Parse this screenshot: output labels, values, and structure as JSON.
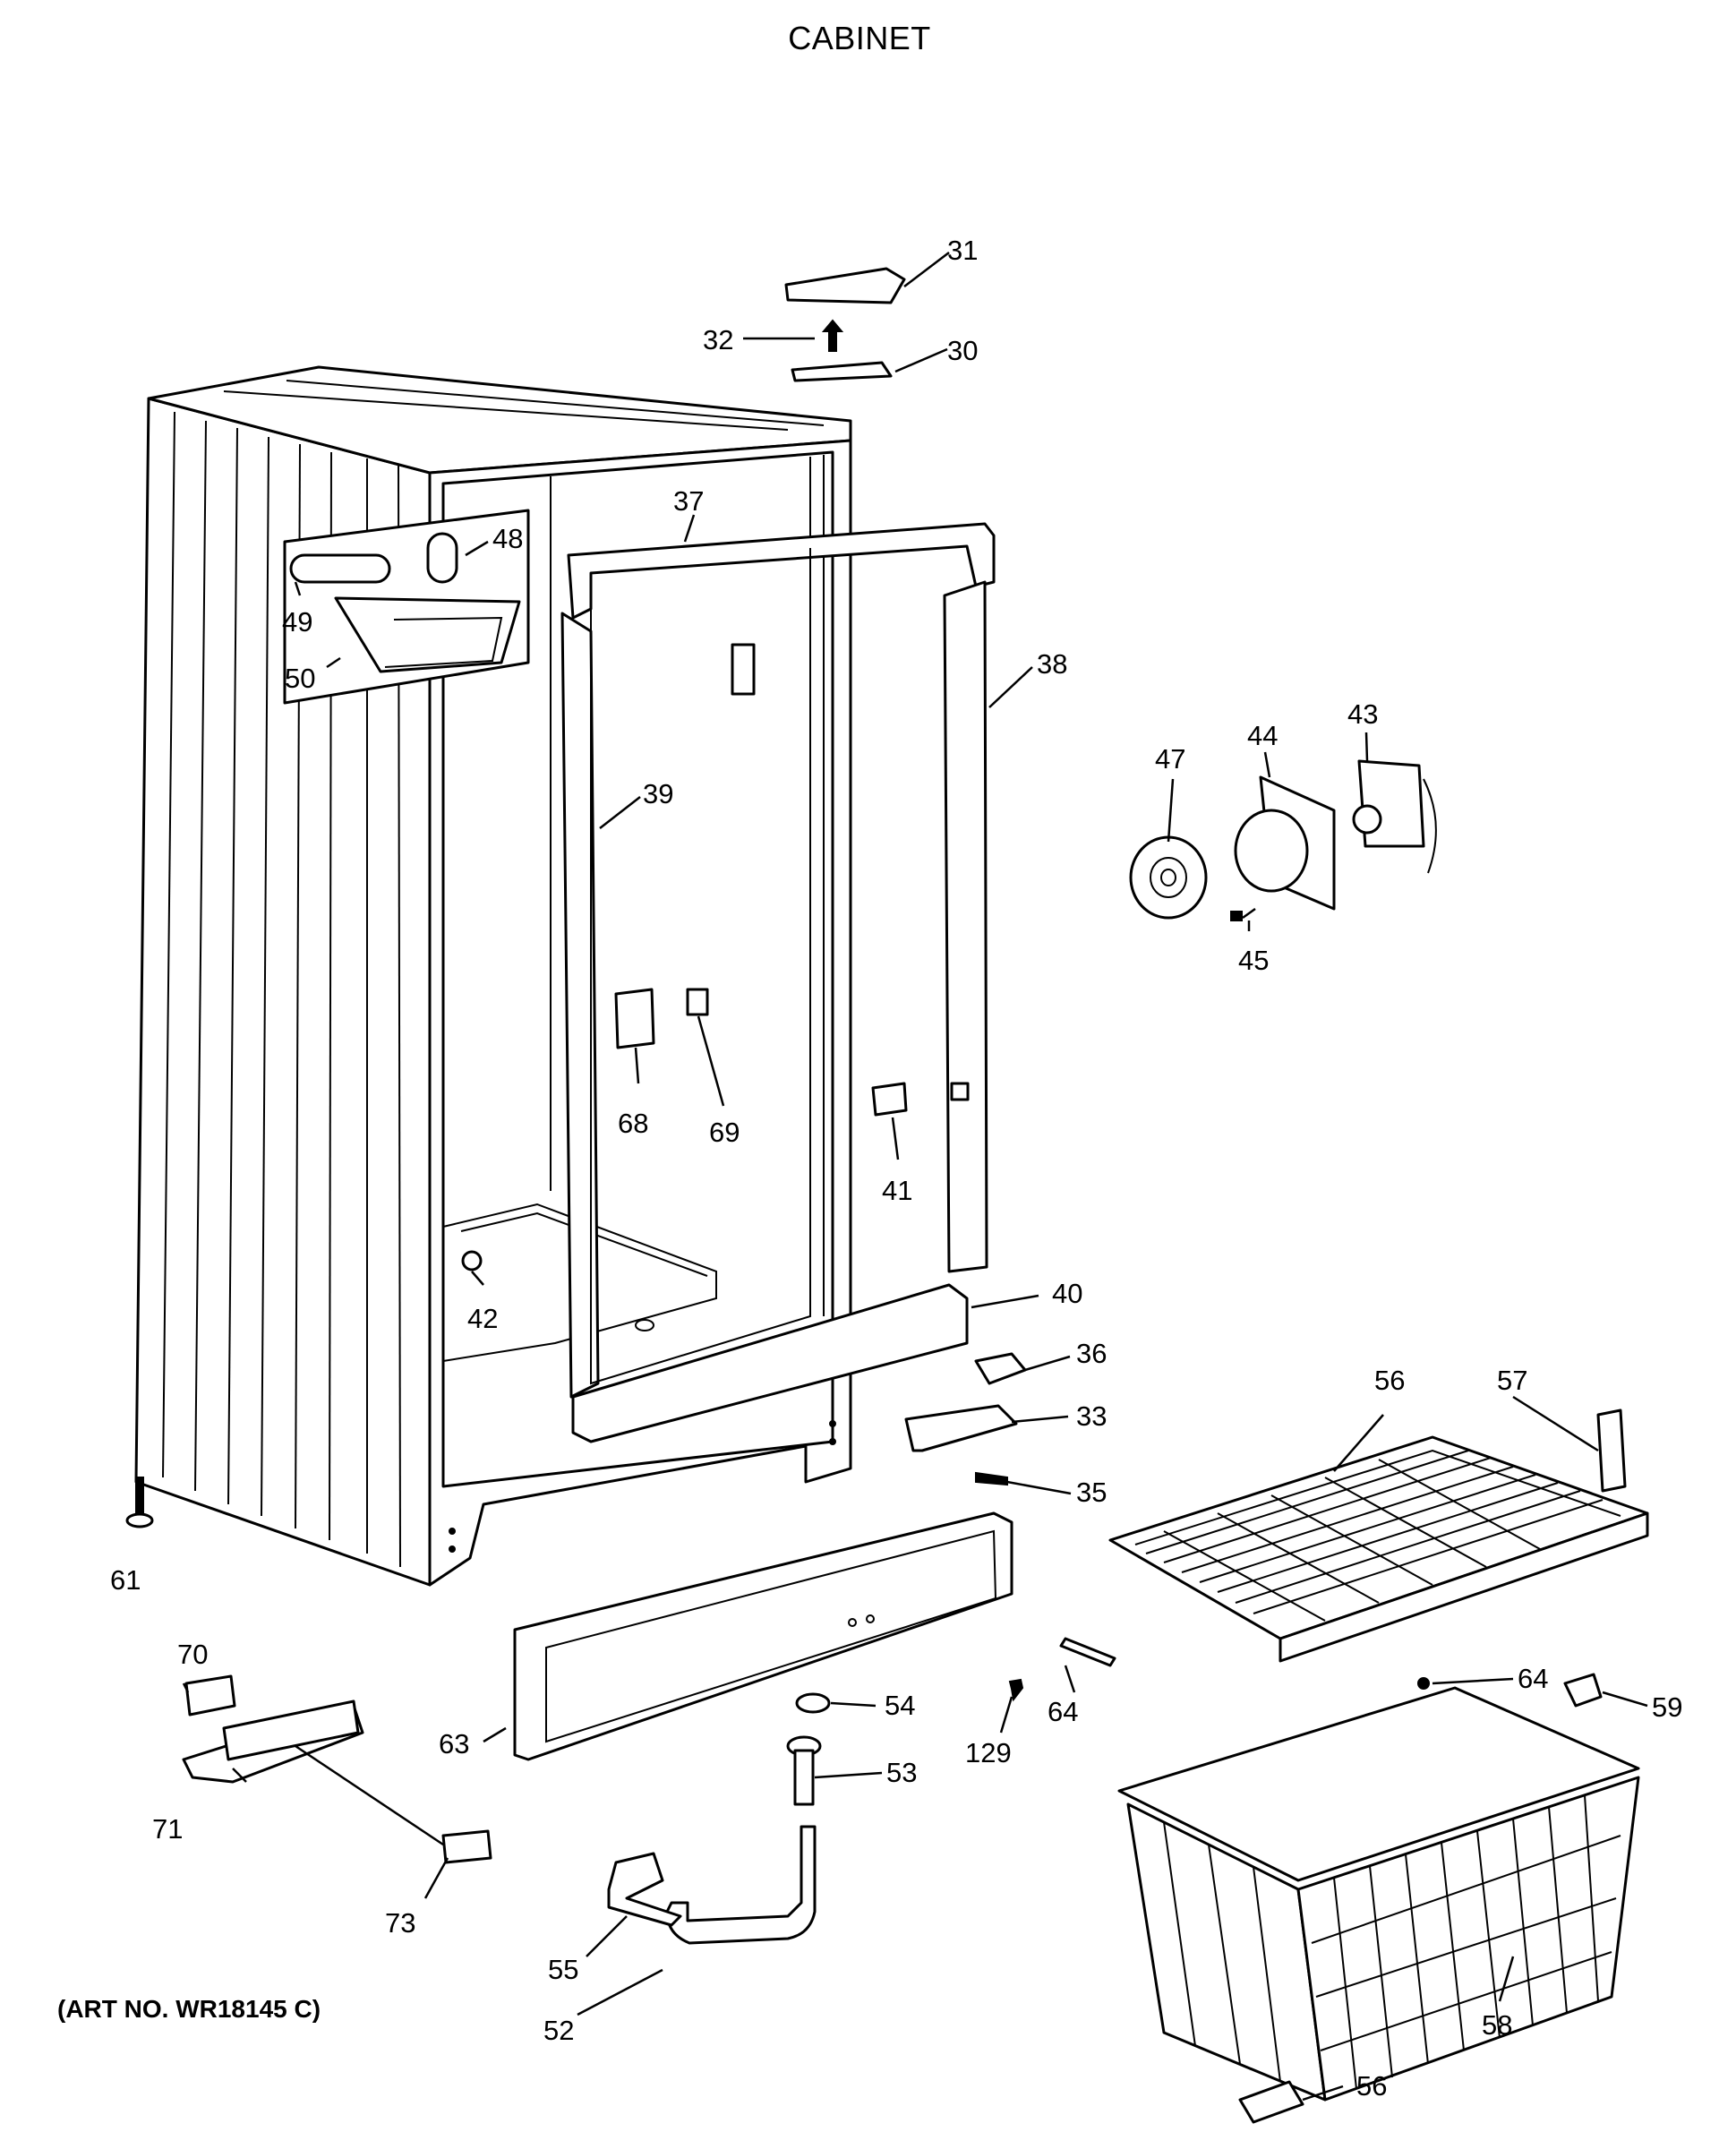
{
  "title": "CABINET",
  "art_number": "(ART NO. WR18145 C)",
  "callouts": [
    {
      "id": "31",
      "label": "31"
    },
    {
      "id": "32",
      "label": "32"
    },
    {
      "id": "30",
      "label": "30"
    },
    {
      "id": "37",
      "label": "37"
    },
    {
      "id": "48",
      "label": "48"
    },
    {
      "id": "49",
      "label": "49"
    },
    {
      "id": "50",
      "label": "50"
    },
    {
      "id": "38",
      "label": "38"
    },
    {
      "id": "39",
      "label": "39"
    },
    {
      "id": "47",
      "label": "47"
    },
    {
      "id": "44",
      "label": "44"
    },
    {
      "id": "43",
      "label": "43"
    },
    {
      "id": "45",
      "label": "45"
    },
    {
      "id": "68",
      "label": "68"
    },
    {
      "id": "69",
      "label": "69"
    },
    {
      "id": "41",
      "label": "41"
    },
    {
      "id": "42",
      "label": "42"
    },
    {
      "id": "40",
      "label": "40"
    },
    {
      "id": "36",
      "label": "36"
    },
    {
      "id": "33",
      "label": "33"
    },
    {
      "id": "35",
      "label": "35"
    },
    {
      "id": "56a",
      "label": "56"
    },
    {
      "id": "57",
      "label": "57"
    },
    {
      "id": "61",
      "label": "61"
    },
    {
      "id": "70",
      "label": "70"
    },
    {
      "id": "71",
      "label": "71"
    },
    {
      "id": "73",
      "label": "73"
    },
    {
      "id": "63",
      "label": "63"
    },
    {
      "id": "54",
      "label": "54"
    },
    {
      "id": "53",
      "label": "53"
    },
    {
      "id": "129",
      "label": "129"
    },
    {
      "id": "64a",
      "label": "64"
    },
    {
      "id": "64b",
      "label": "64"
    },
    {
      "id": "59",
      "label": "59"
    },
    {
      "id": "55",
      "label": "55"
    },
    {
      "id": "52",
      "label": "52"
    },
    {
      "id": "58",
      "label": "58"
    },
    {
      "id": "56b",
      "label": "56"
    }
  ]
}
